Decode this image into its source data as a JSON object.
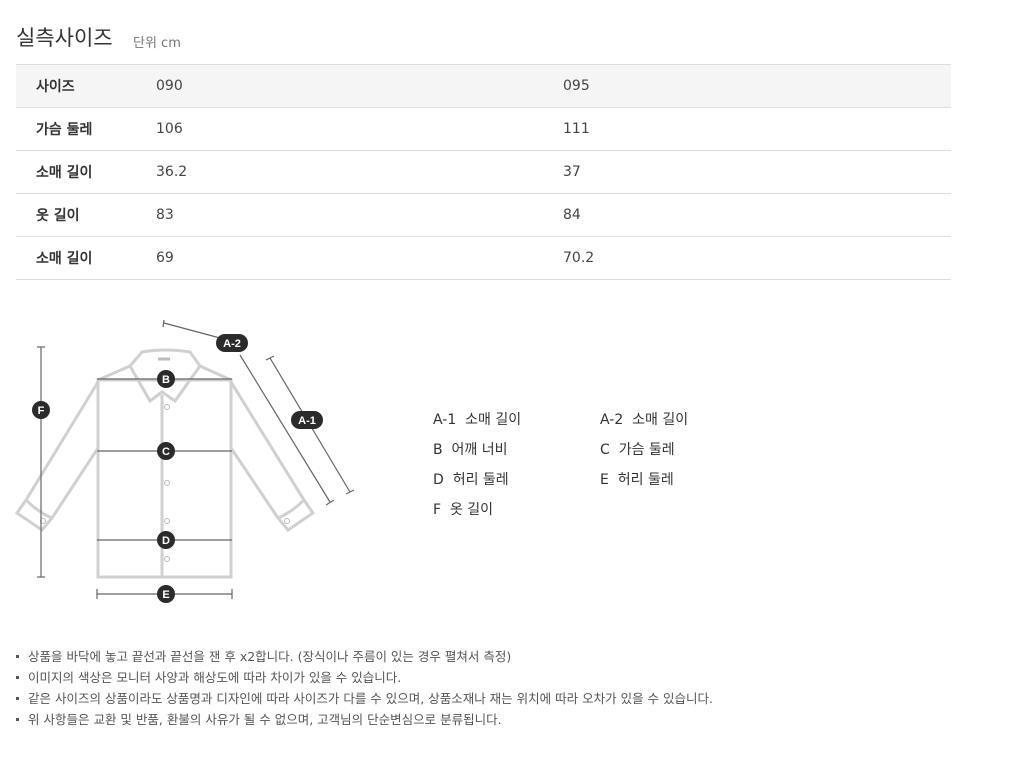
{
  "header": {
    "title": "실측사이즈",
    "unit": "단위 cm"
  },
  "table": {
    "rows": [
      {
        "label": "사이즈",
        "values": [
          "090",
          "095"
        ]
      },
      {
        "label": "가슴 둘레",
        "values": [
          "106",
          "111"
        ]
      },
      {
        "label": "소매 길이",
        "values": [
          "36.2",
          "37"
        ]
      },
      {
        "label": "옷 길이",
        "values": [
          "83",
          "84"
        ]
      },
      {
        "label": "소매 길이",
        "values": [
          "69",
          "70.2"
        ]
      }
    ]
  },
  "diagram": {
    "markers": [
      "A-2",
      "A-1",
      "B",
      "C",
      "D",
      "E",
      "F"
    ]
  },
  "legend": [
    {
      "key": "A-1",
      "text": "소매 길이"
    },
    {
      "key": "A-2",
      "text": "소매 길이"
    },
    {
      "key": "B",
      "text": "어깨 너비"
    },
    {
      "key": "C",
      "text": "가슴 둘레"
    },
    {
      "key": "D",
      "text": "허리 둘레"
    },
    {
      "key": "E",
      "text": "허리 둘레"
    },
    {
      "key": "F",
      "text": "옷 길이"
    }
  ],
  "notes": [
    "상품을 바닥에 놓고 끝선과 끝선을 잰 후 x2합니다. (장식이나 주름이 있는 경우 펼쳐서 측정)",
    "이미지의 색상은 모니터 사양과 해상도에 따라 차이가 있을 수 있습니다.",
    "같은 사이즈의 상품이라도 상품명과 디자인에 따라 사이즈가 다를 수 있으며, 상품소재나 재는 위치에 따라 오차가 있을 수 있습니다.",
    "위 사항들은 교환 및 반품, 환불의 사유가 될 수 없으며, 고객님의 단순변심으로 분류됩니다."
  ]
}
